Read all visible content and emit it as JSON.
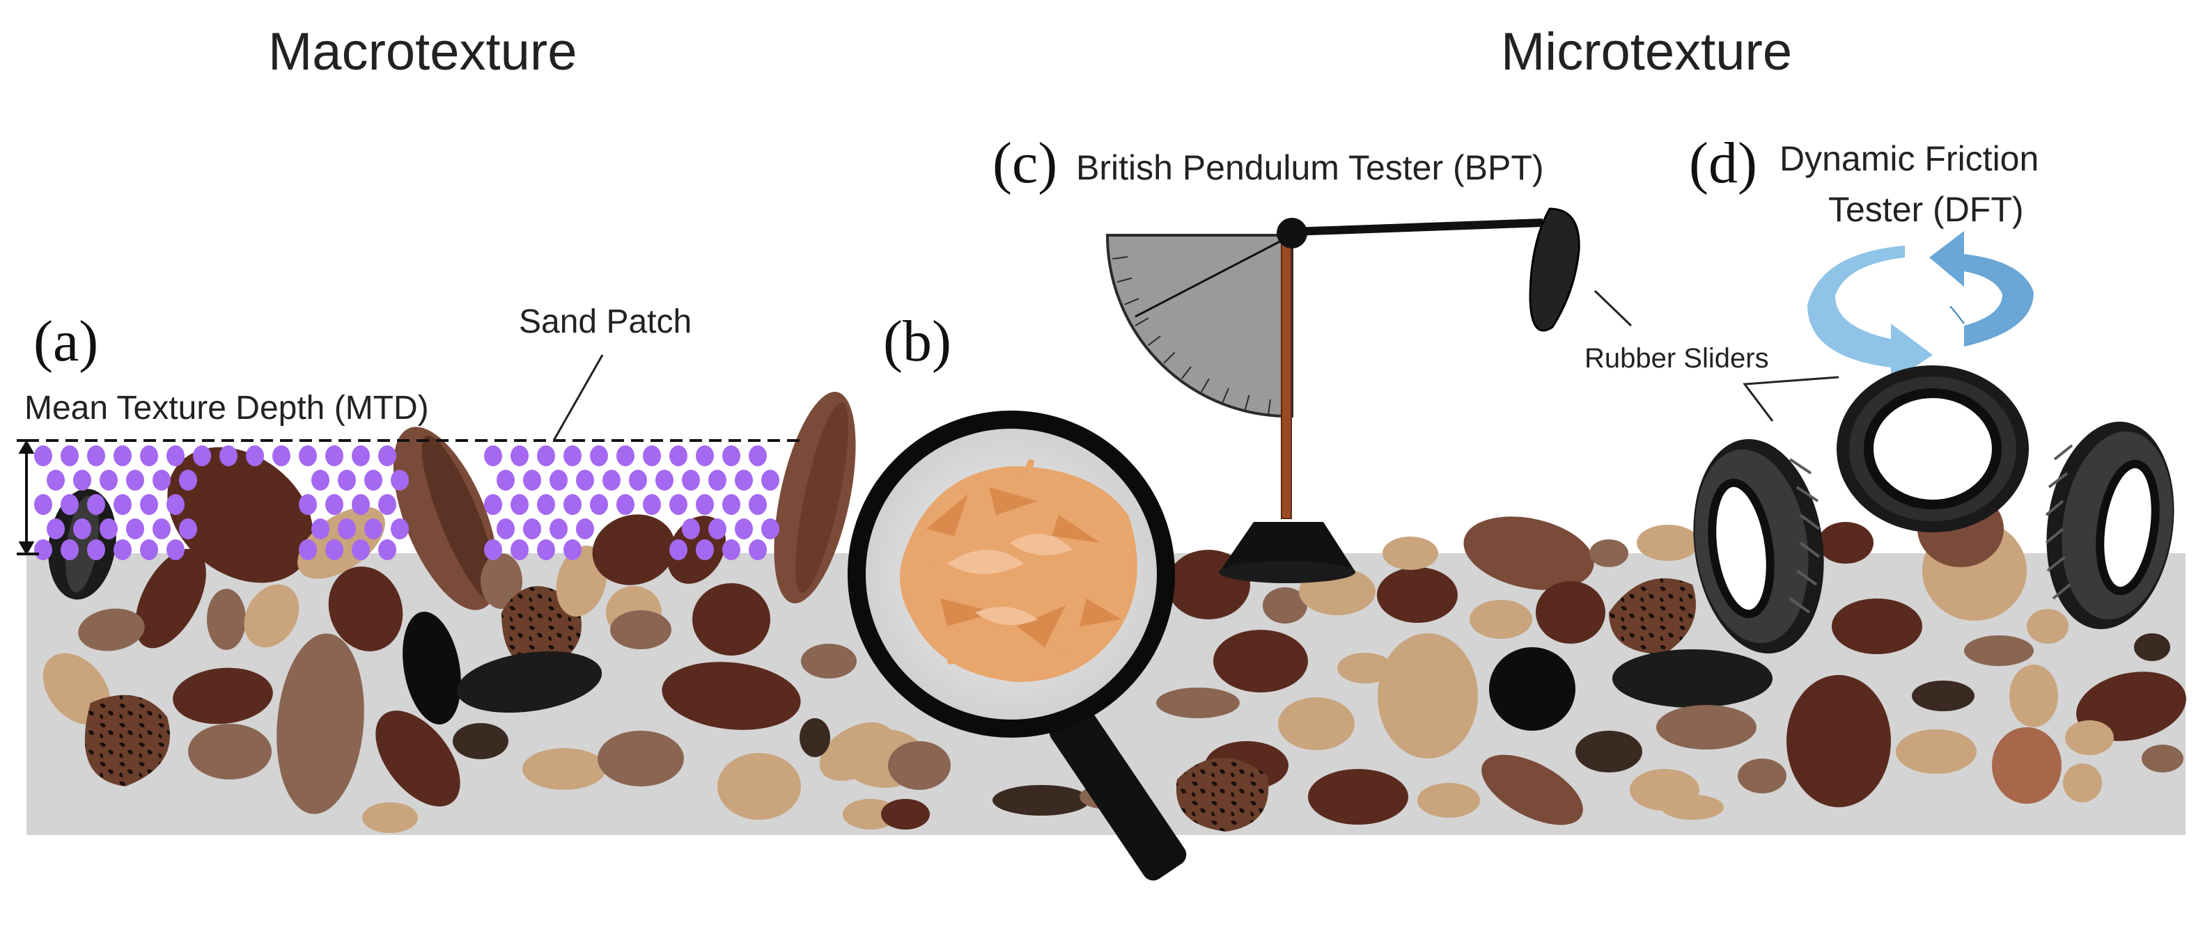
{
  "headings": {
    "left": "Macrotexture",
    "right": "Microtexture"
  },
  "panels": {
    "a": {
      "tag": "(a)",
      "title": "Mean Texture Depth (MTD)",
      "callout": "Sand Patch"
    },
    "b": {
      "tag": "(b)"
    },
    "c": {
      "tag": "(c)",
      "title": "British Pendulum Tester (BPT)"
    },
    "d": {
      "tag": "(d)",
      "title_line1": "Dynamic Friction",
      "title_line2": "Tester (DFT)",
      "callout": "Rubber Sliders"
    }
  },
  "icons": [
    "magnifying-glass-icon",
    "pendulum-icon",
    "tire-icon",
    "rotation-arrows-icon"
  ],
  "colors": {
    "pavement": "#d3d3d3",
    "sand": "#a469f0",
    "aggregate_dark": "#5a2a1e",
    "aggregate_mid": "#8a5a48",
    "aggregate_light": "#c9a47c",
    "lens_texture": "#e8a56c",
    "pendulum_arm": "#9a4a22",
    "rotation_arrow": "#8fc3e8"
  }
}
